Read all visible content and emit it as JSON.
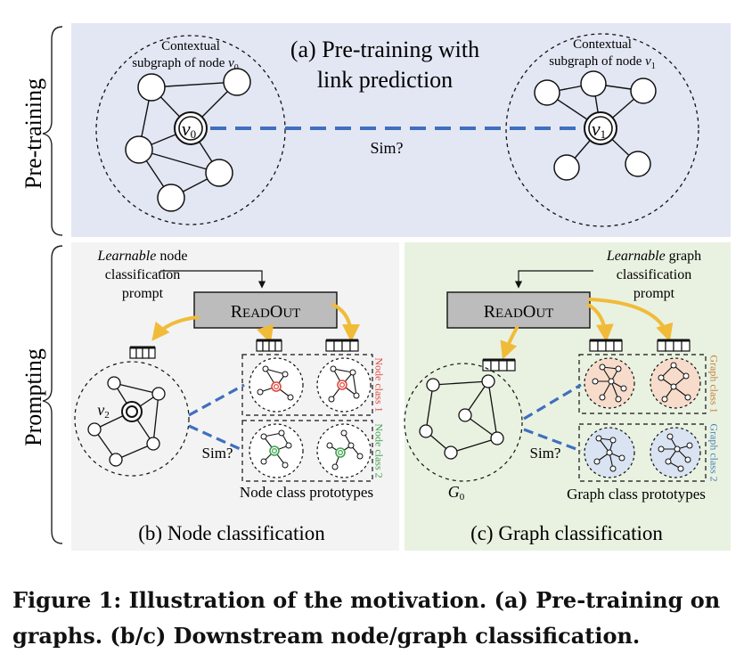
{
  "colors": {
    "pretrain_bg": "#e3e7f4",
    "node_panel_bg": "#f3f3f3",
    "graph_panel_bg": "#e9f2e1",
    "dash_blue": "#3f6fbf",
    "arrow_gold": "#f1bb3a",
    "readout_fill": "#bcbcbc",
    "node_class1_ring": "#e0473e",
    "node_class2_ring": "#3fa34d",
    "graph_class1_fill": "#f7dccb",
    "graph_class2_fill": "#d9e3f2",
    "graph_class1_label": "#c77c36",
    "graph_class2_label": "#4a82b8"
  },
  "icons": [
    "bracket-pretraining",
    "bracket-prompting",
    "arrow-gold",
    "prompt-vector",
    "dashed-link"
  ],
  "left_labels": {
    "pretraining": "Pre-training",
    "prompting": "Prompting"
  },
  "pretraining": {
    "title_line1": "(a) Pre-training with",
    "title_line2": "link prediction",
    "left_label_line1": "Contextual",
    "left_label_line2_prefix": "subgraph of node ",
    "left_node_var": "v",
    "left_node_sub": "0",
    "right_label_line1": "Contextual",
    "right_label_line2_prefix": "subgraph of node ",
    "right_node_var": "v",
    "right_node_sub": "1",
    "sim_label": "Sim?"
  },
  "node_panel": {
    "prompt_italic": "Learnable",
    "prompt_line1_rest": " node",
    "prompt_line2": "classification",
    "prompt_line3": "prompt",
    "readout_first": "R",
    "readout_small1": "EAD",
    "readout_second": "O",
    "readout_small2": "UT",
    "node_var": "v",
    "node_sub": "2",
    "sim_label": "Sim?",
    "class1_label": "Node class 1",
    "class2_label": "Node class 2",
    "prototypes_label": "Node class prototypes",
    "panel_title": "(b) Node classification"
  },
  "graph_panel": {
    "prompt_italic": "Learnable",
    "prompt_line1_rest": " graph",
    "prompt_line2": "classification",
    "prompt_line3": "prompt",
    "readout_first": "R",
    "readout_small1": "EAD",
    "readout_second": "O",
    "readout_small2": "UT",
    "graph_var": "G",
    "graph_sub": "0",
    "sim_label": "Sim?",
    "class1_label": "Graph class 1",
    "class2_label": "Graph class 2",
    "prototypes_label": "Graph class prototypes",
    "panel_title": "(c) Graph classification"
  },
  "caption": {
    "line1": "Figure 1: Illustration of the motivation. (a) Pre-training on",
    "line2": "graphs. (b/c) Downstream node/graph classification."
  }
}
